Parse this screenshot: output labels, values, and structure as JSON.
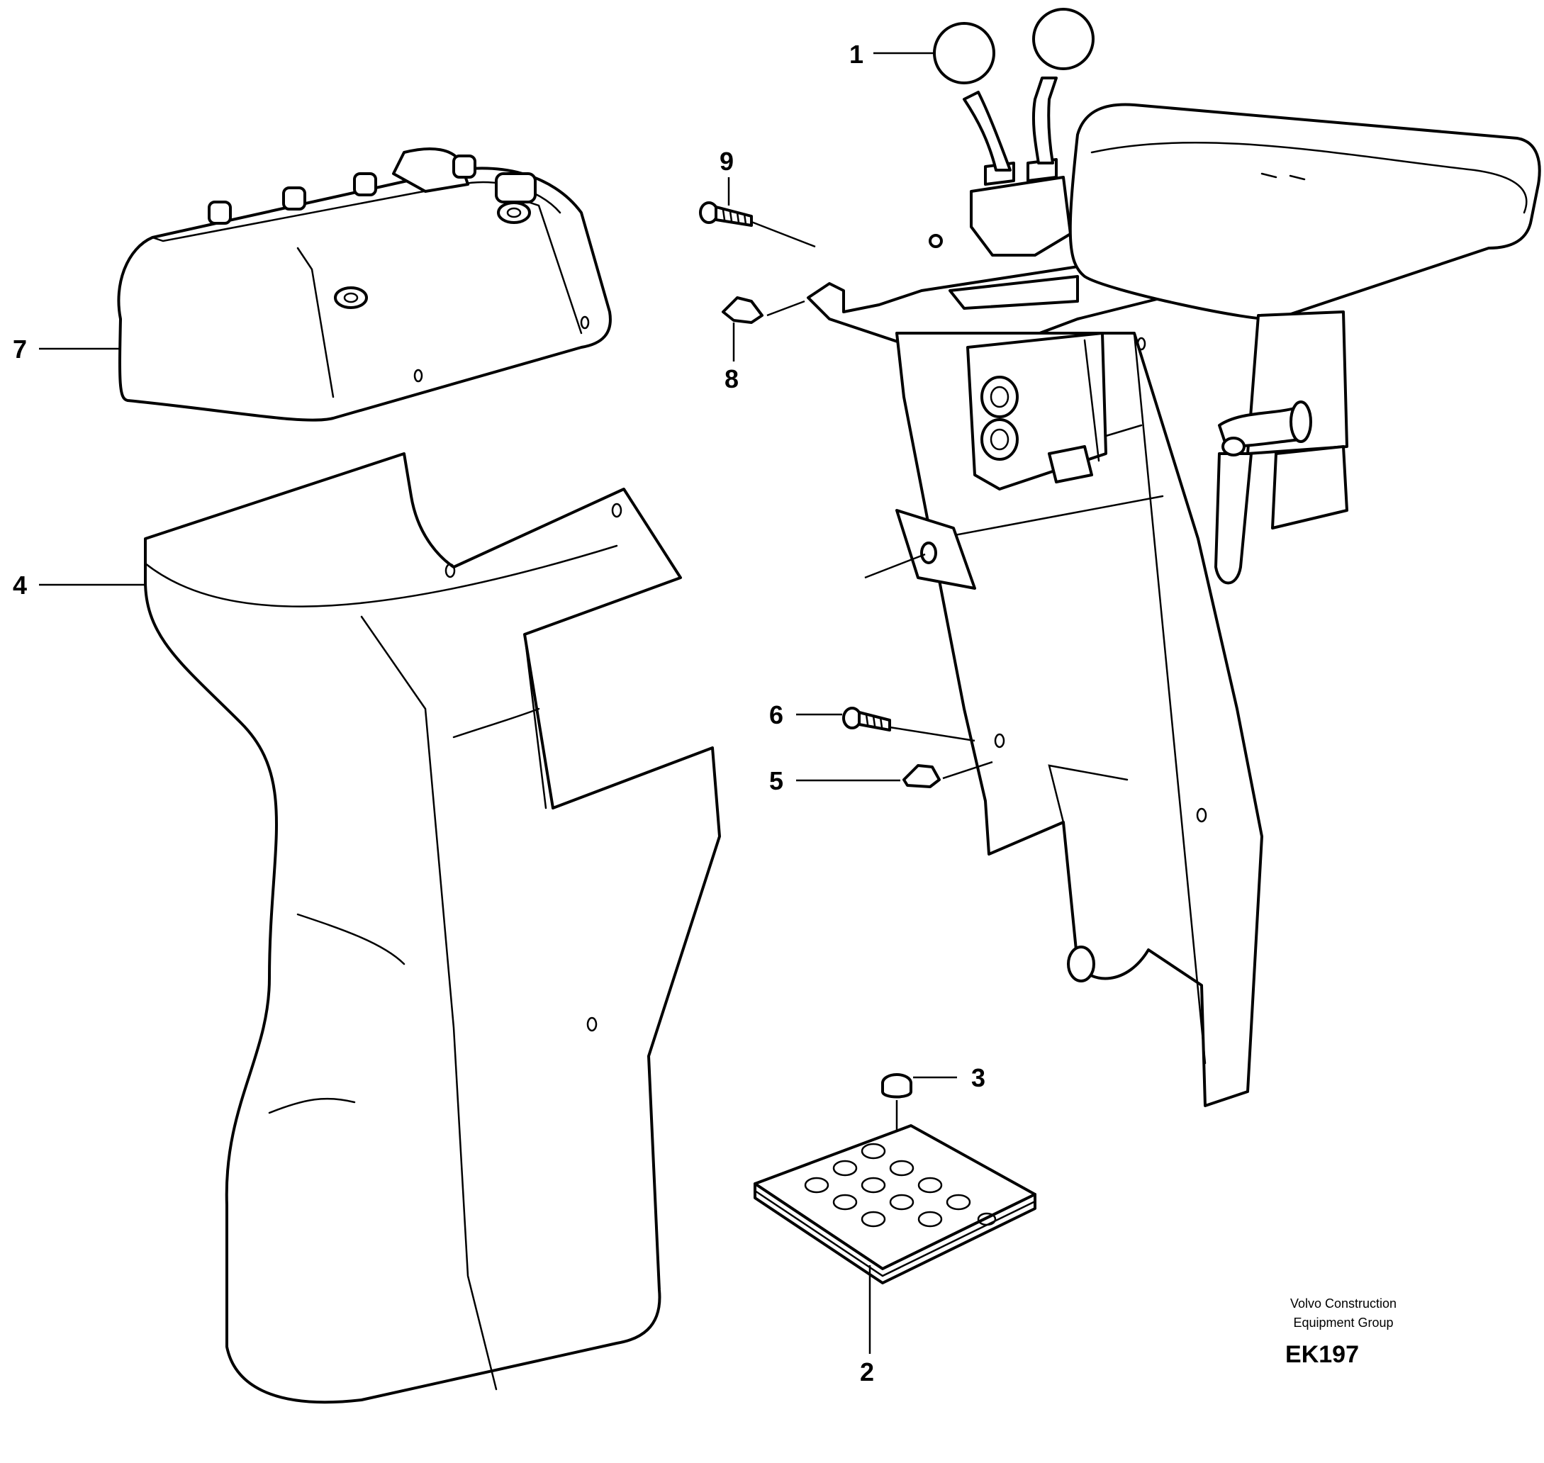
{
  "callouts": {
    "c1": "1",
    "c2": "2",
    "c3": "3",
    "c4": "4",
    "c5": "5",
    "c6": "6",
    "c7": "7",
    "c8": "8",
    "c9": "9"
  },
  "credit": {
    "line1": "Volvo Construction",
    "line2": "Equipment Group",
    "code": "EK197"
  }
}
